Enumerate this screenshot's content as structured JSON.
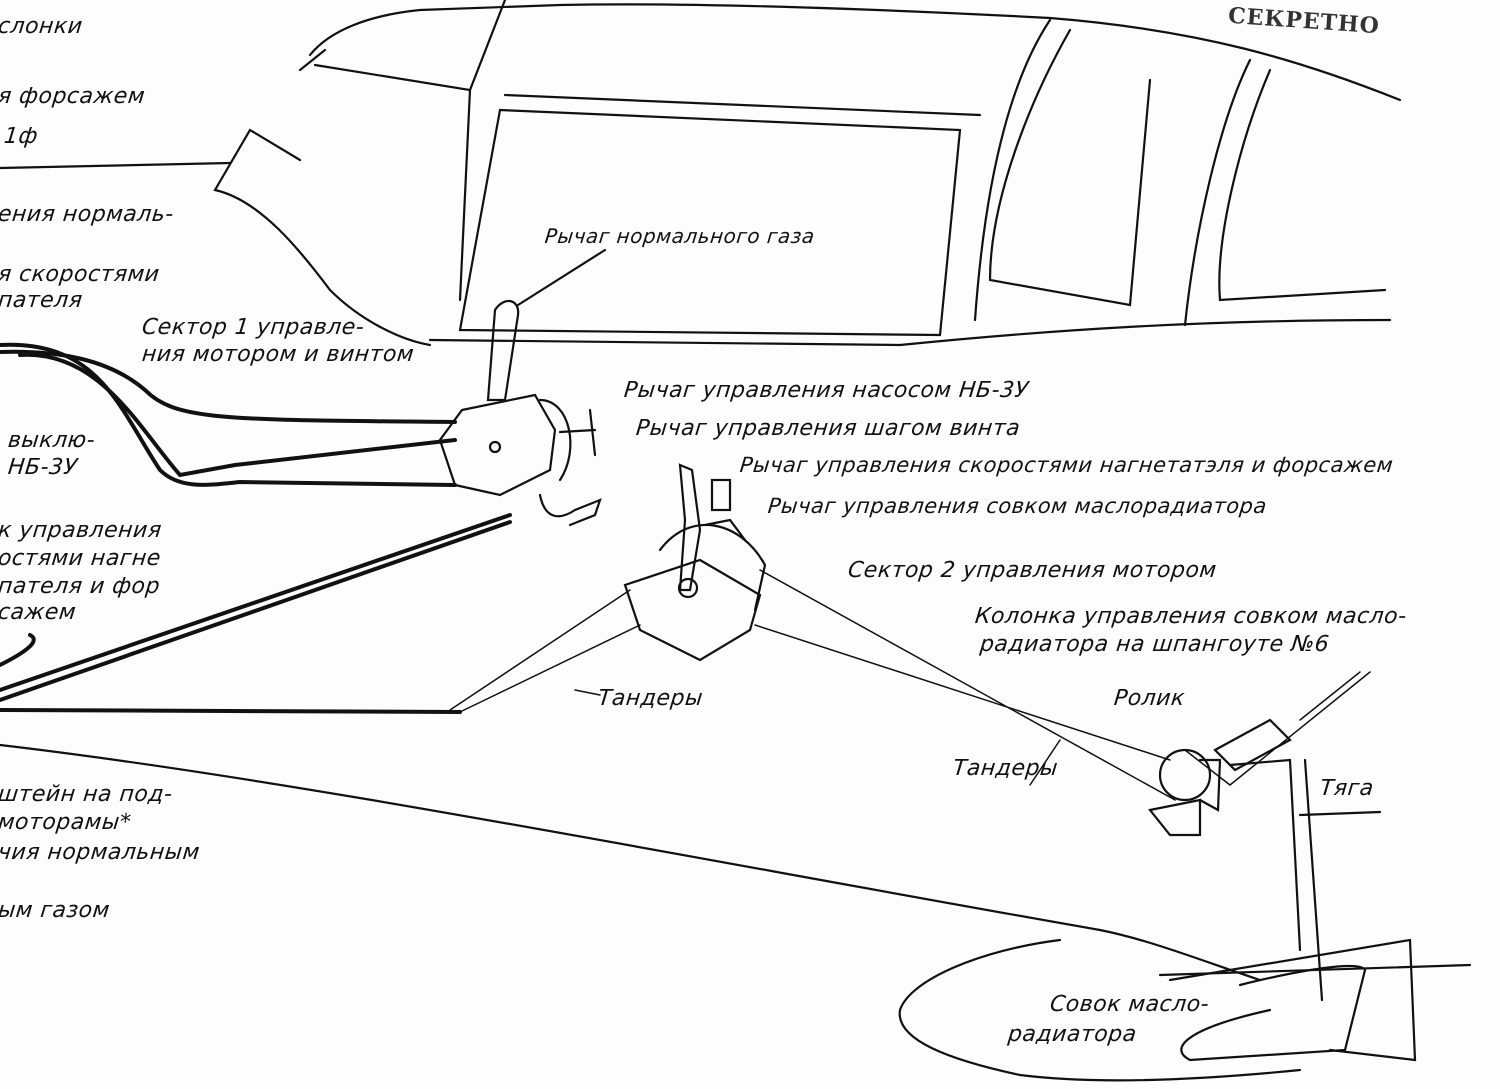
{
  "stamp": "СЕКРЕТНО",
  "left_notes": [
    "слонки",
    "я форсажем",
    "1ф",
    "ения нормаль-",
    "я скоростями",
    "пателя",
    "выклю-",
    "НБ-3У",
    "к управления",
    "остями нагне",
    "пателя и фор",
    "сажем",
    "штейн на под-",
    "моторамы*",
    "чия нормальным",
    "ым газом"
  ],
  "labels": {
    "normal_gas_lever": "Рычаг нормального газа",
    "sector1_line1": "Сектор 1 управле-",
    "sector1_line2": "ния мотором и винтом",
    "pump_lever": "Рычаг управления насосом НБ-3У",
    "pitch_lever": "Рычаг управления шагом винта",
    "supercharger_lever": "Рычаг управления скоростями нагнетатэля и форсажем",
    "scoop_lever": "Рычаг управления совком маслорадиатора",
    "sector2": "Сектор 2 управления  мотором",
    "column_line1": "Колонка управления совком масло-",
    "column_line2": "радиатора  на шпангоуте №6",
    "turnbuckles_1": "Тандеры",
    "roller": "Ролик",
    "turnbuckles_2": "Тандеры",
    "rod": "Тяга",
    "scoop_line1": "Совок масло-",
    "scoop_line2": "радиатора"
  }
}
